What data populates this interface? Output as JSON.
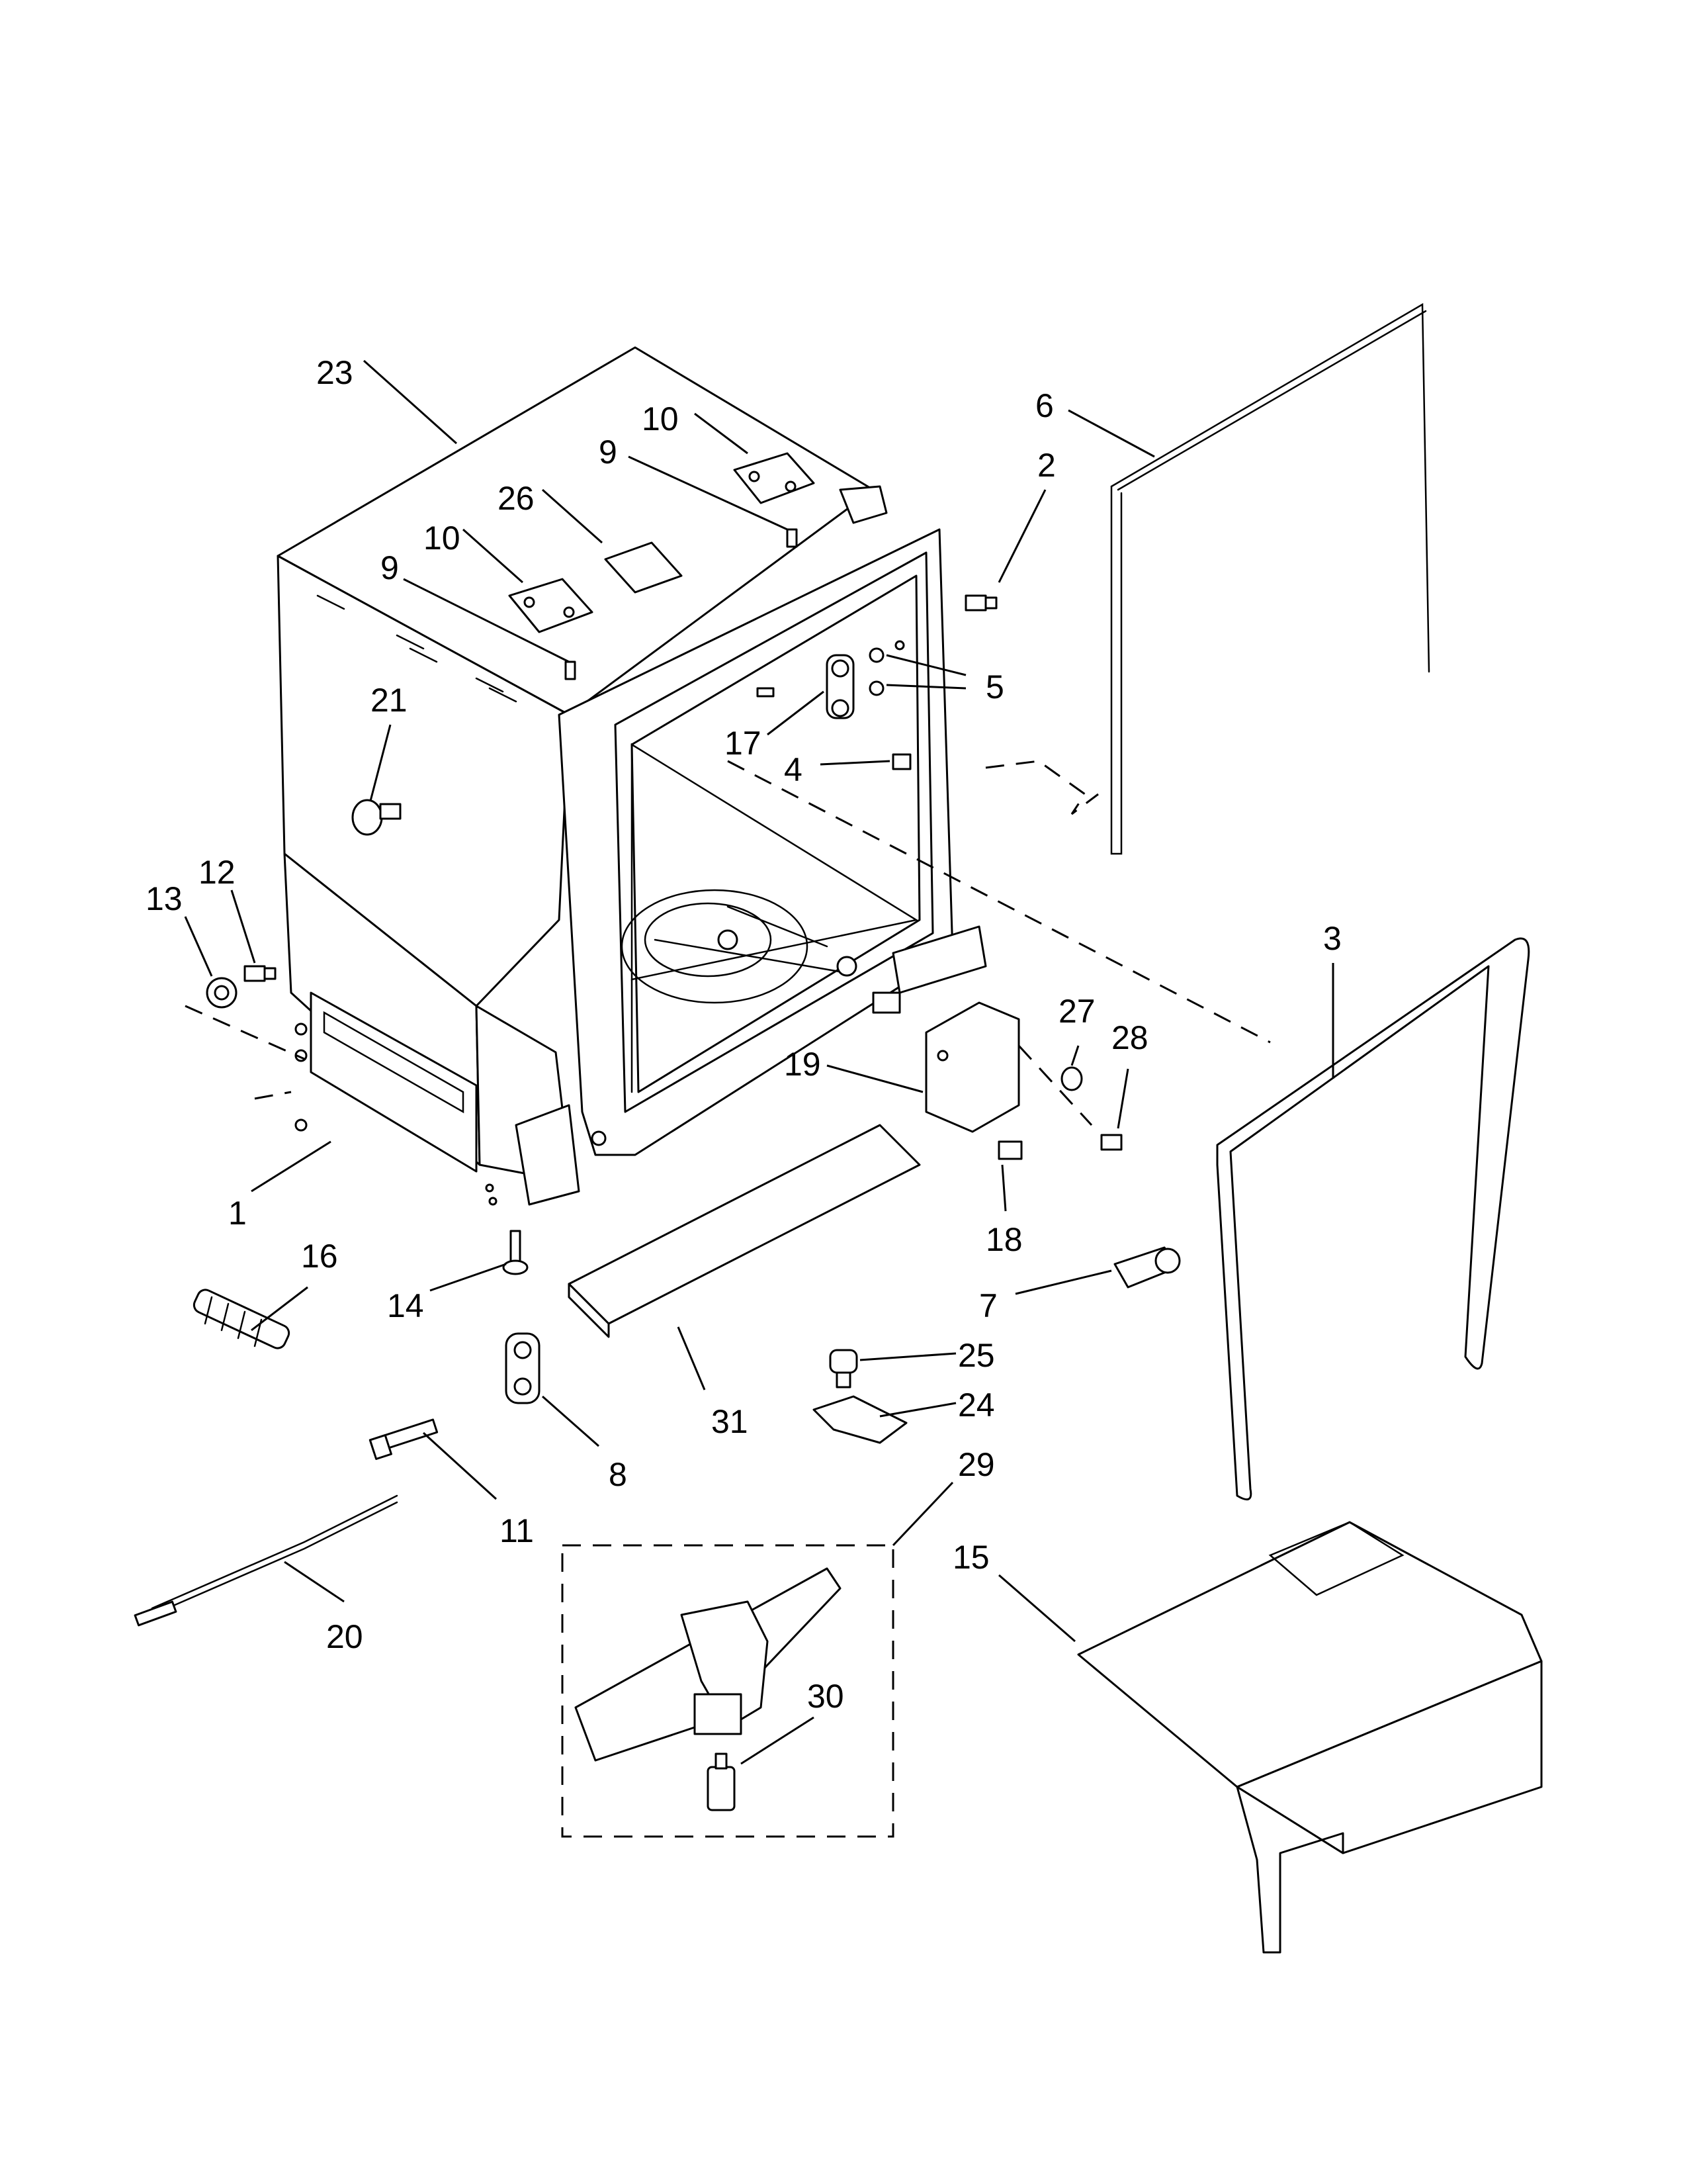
{
  "diagram": {
    "callouts": [
      {
        "id": "c23a",
        "text": "23"
      },
      {
        "id": "c10a",
        "text": "10"
      },
      {
        "id": "c9a",
        "text": "9"
      },
      {
        "id": "c26",
        "text": "26"
      },
      {
        "id": "c10b",
        "text": "10"
      },
      {
        "id": "c9b",
        "text": "9"
      },
      {
        "id": "c6",
        "text": "6"
      },
      {
        "id": "c2",
        "text": "2"
      },
      {
        "id": "c5",
        "text": "5"
      },
      {
        "id": "c17",
        "text": "17"
      },
      {
        "id": "c4",
        "text": "4"
      },
      {
        "id": "c21",
        "text": "21"
      },
      {
        "id": "c12",
        "text": "12"
      },
      {
        "id": "c13",
        "text": "13"
      },
      {
        "id": "c3",
        "text": "3"
      },
      {
        "id": "c27",
        "text": "27"
      },
      {
        "id": "c28",
        "text": "28"
      },
      {
        "id": "c19",
        "text": "19"
      },
      {
        "id": "c1",
        "text": "1"
      },
      {
        "id": "c16",
        "text": "16"
      },
      {
        "id": "c14",
        "text": "14"
      },
      {
        "id": "c18",
        "text": "18"
      },
      {
        "id": "c7",
        "text": "7"
      },
      {
        "id": "c25",
        "text": "25"
      },
      {
        "id": "c24",
        "text": "24"
      },
      {
        "id": "c31",
        "text": "31"
      },
      {
        "id": "c8",
        "text": "8"
      },
      {
        "id": "c29",
        "text": "29"
      },
      {
        "id": "c11",
        "text": "11"
      },
      {
        "id": "c15",
        "text": "15"
      },
      {
        "id": "c20",
        "text": "20"
      },
      {
        "id": "c30",
        "text": "30"
      }
    ]
  }
}
